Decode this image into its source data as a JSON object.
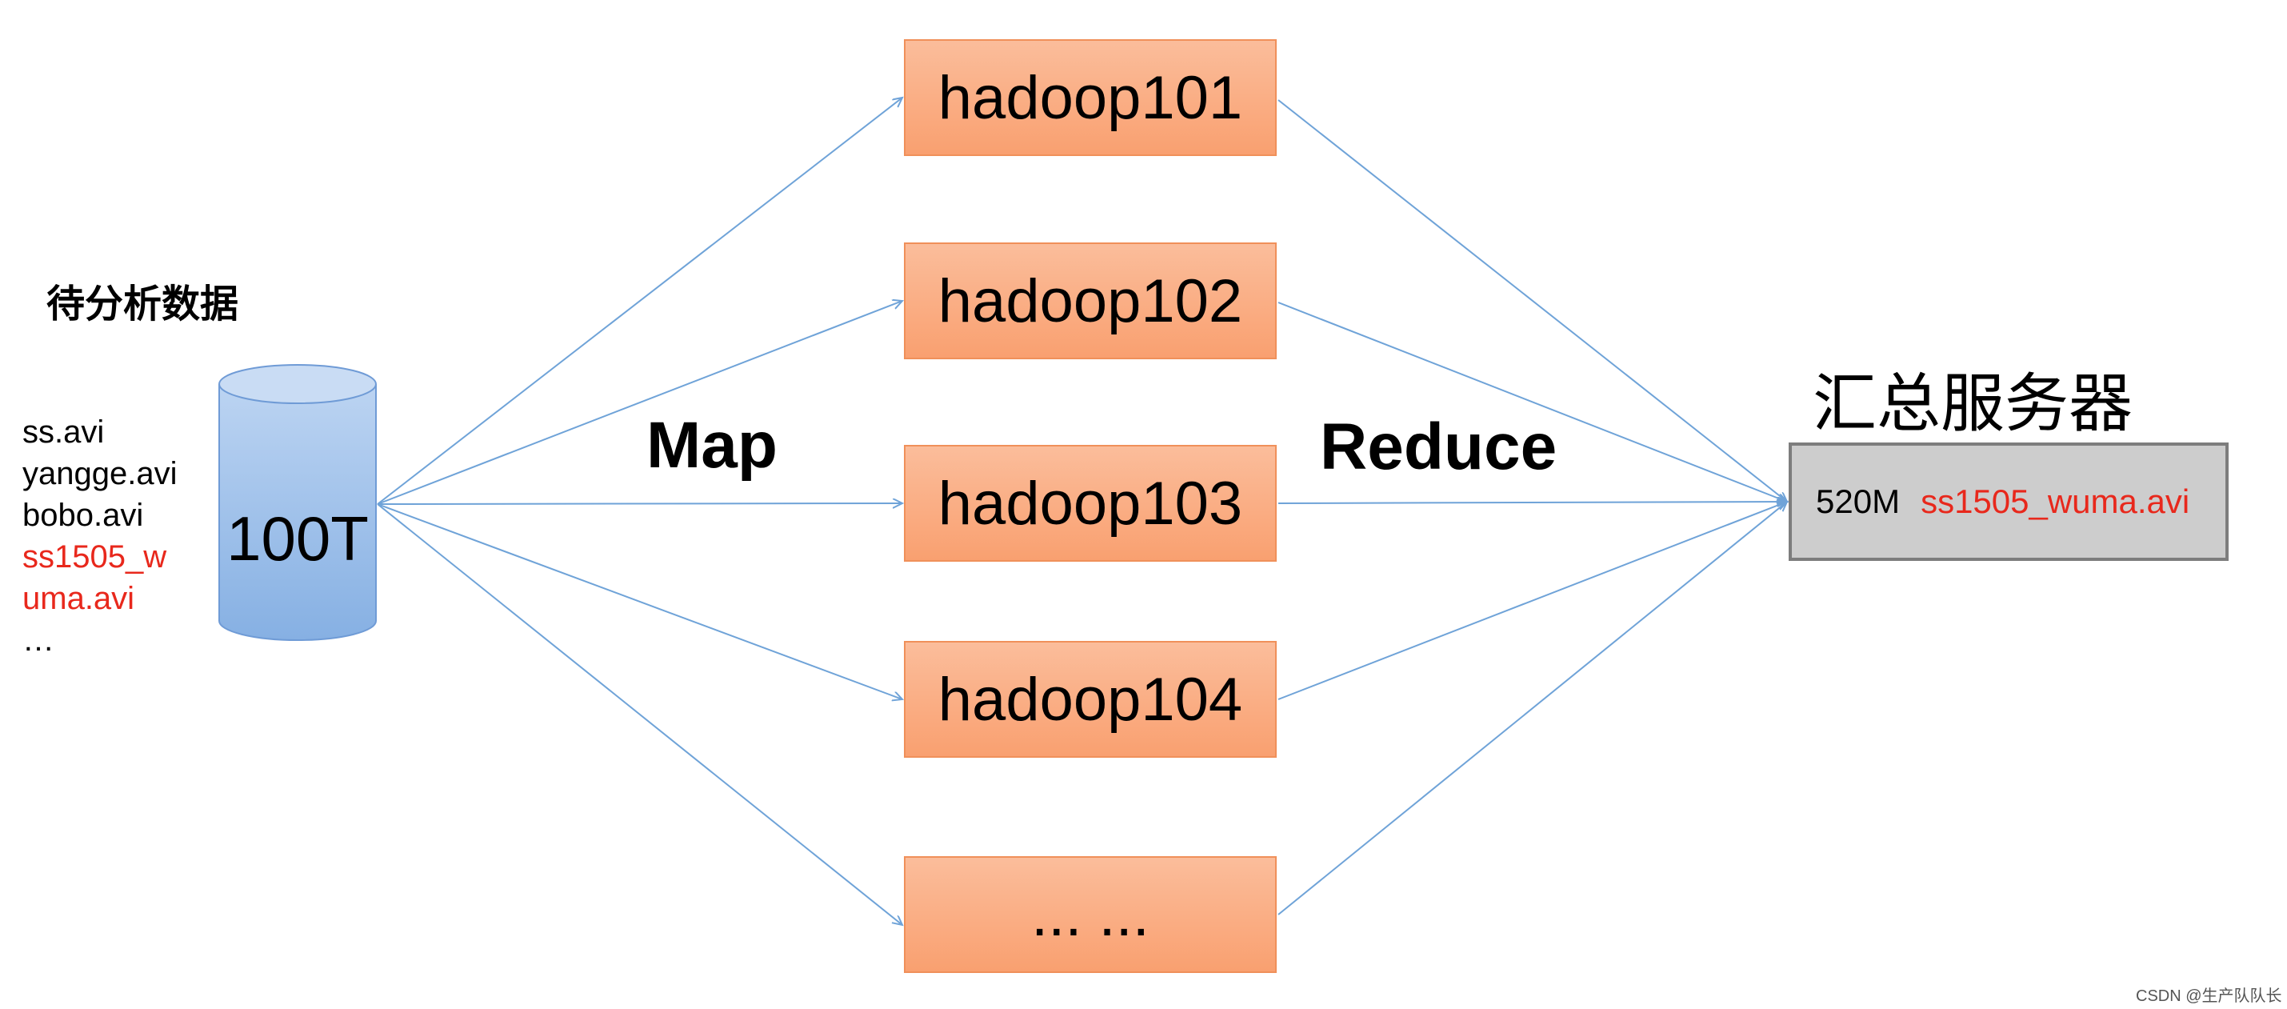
{
  "source": {
    "title": "待分析数据",
    "files": [
      {
        "text": "ss.avi",
        "highlight": false
      },
      {
        "text": "yangge.avi",
        "highlight": false
      },
      {
        "text": "bobo.avi",
        "highlight": false
      },
      {
        "text": "ss1505_w",
        "highlight": true
      },
      {
        "text": "uma.avi",
        "highlight": true
      },
      {
        "text": "…",
        "highlight": false
      }
    ],
    "storage_label": "100T"
  },
  "phases": {
    "map_label": "Map",
    "reduce_label": "Reduce"
  },
  "nodes": [
    {
      "label": "hadoop101"
    },
    {
      "label": "hadoop102"
    },
    {
      "label": "hadoop103"
    },
    {
      "label": "hadoop104"
    },
    {
      "label": "... ..."
    }
  ],
  "server": {
    "title": "汇总服务器",
    "result_size": "520M",
    "result_file": "ss1505_wuma.avi"
  },
  "watermark": "CSDN @生产队队长",
  "colors": {
    "node_fill": "#fbad83",
    "node_border": "#f0905a",
    "arrow": "#6fa3d8",
    "highlight_text": "#e8281c",
    "server_fill": "#cdcdcd",
    "cylinder_fill": "#9cc0ea"
  }
}
